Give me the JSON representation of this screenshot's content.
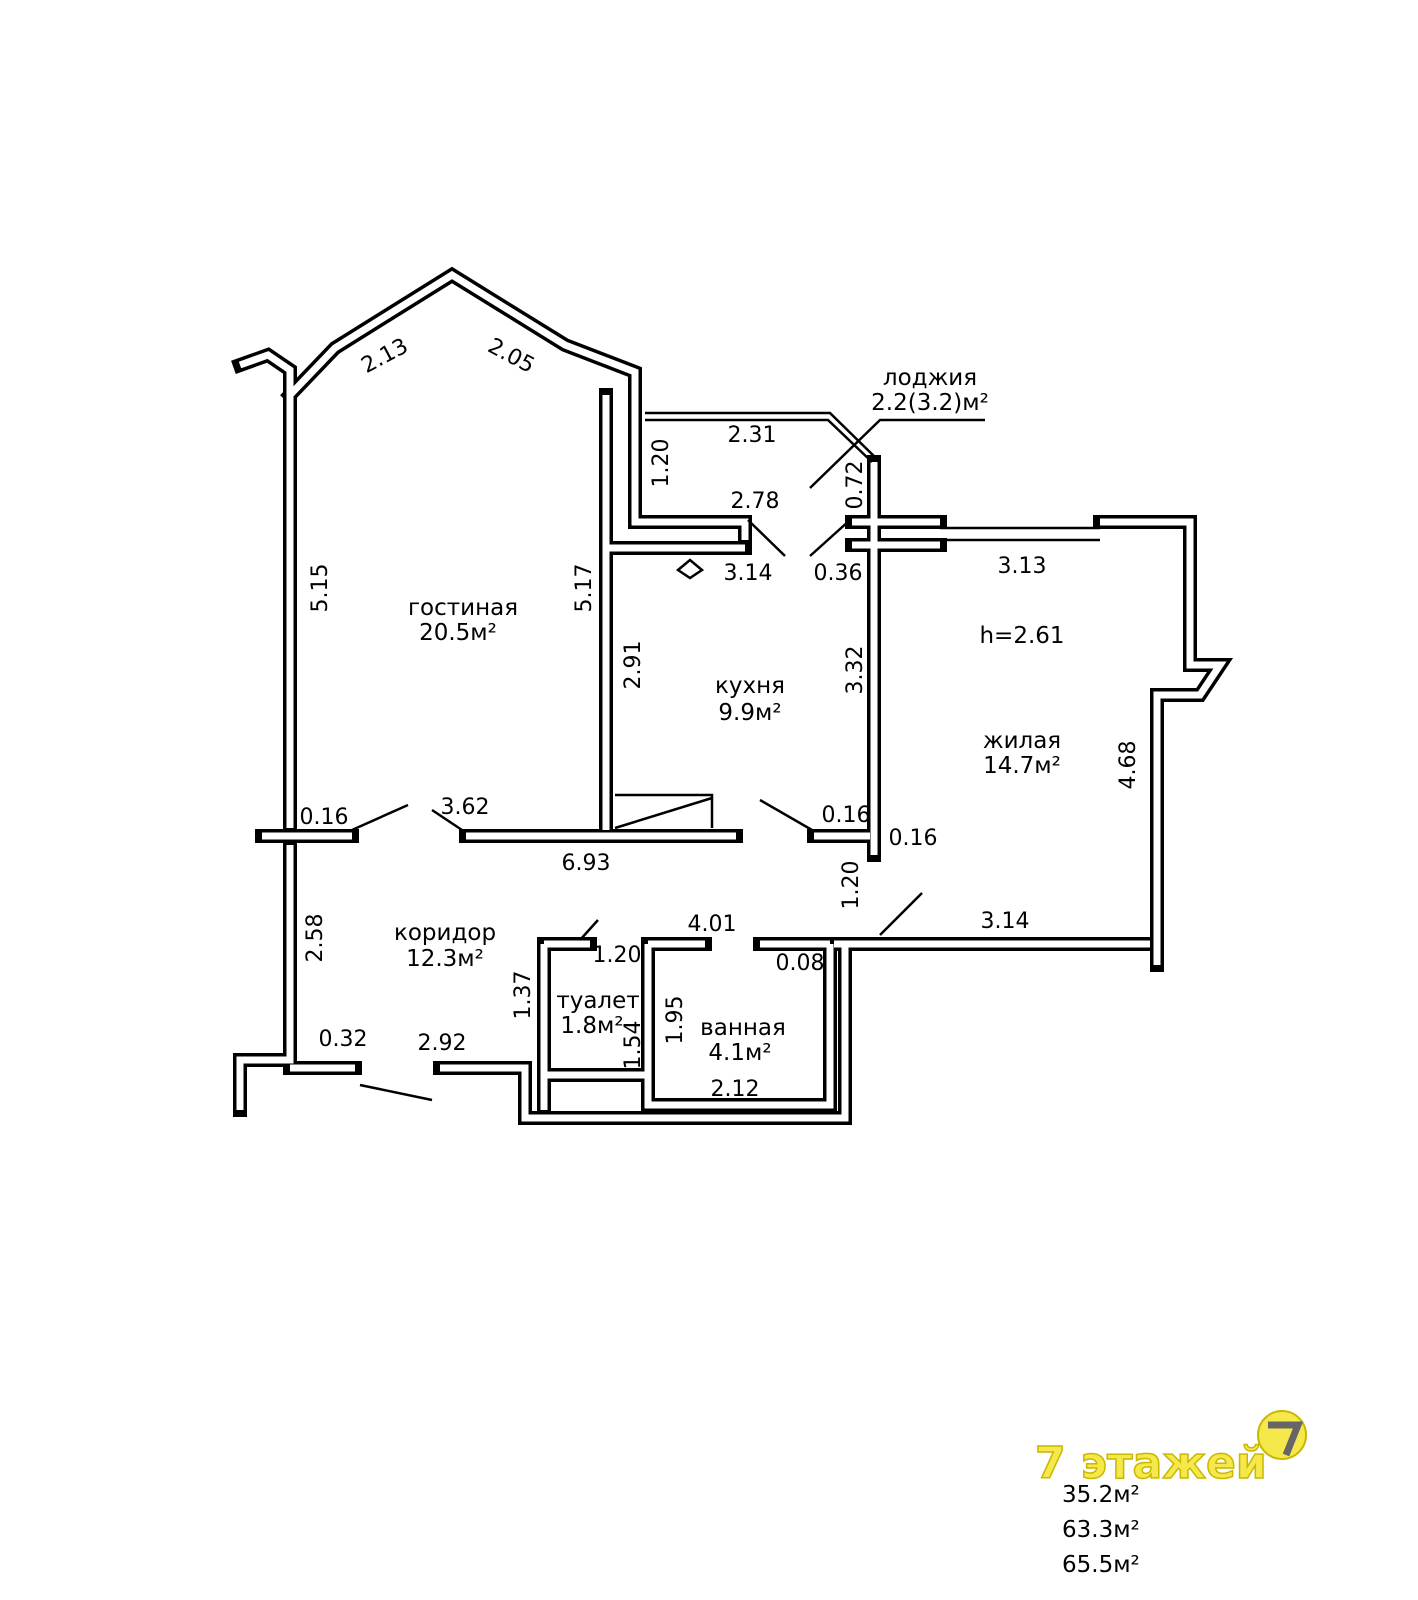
{
  "rooms": [
    {
      "name": "гостиная",
      "area": "20.5м²"
    },
    {
      "name": "кухня",
      "area": "9.9м²"
    },
    {
      "name": "жилая",
      "area": "14.7м²"
    },
    {
      "name": "коридор",
      "area": "12.3м²"
    },
    {
      "name": "туалет",
      "area": "1.8м²"
    },
    {
      "name": "ванная",
      "area": "4.1м²"
    },
    {
      "name": "лоджия",
      "area": "2.2(3.2)м²"
    }
  ],
  "ceiling_height": "h=2.61",
  "dimensions": [
    "2.13",
    "2.05",
    "5.15",
    "5.17",
    "2.31",
    "1.20",
    "0.72",
    "2.78",
    "3.14",
    "0.36",
    "3.13",
    "2.91",
    "3.32",
    "4.68",
    "0.16",
    "3.62",
    "0.16",
    "0.16",
    "6.93",
    "1.20",
    "2.58",
    "4.01",
    "1.20",
    "0.08",
    "3.14",
    "1.37",
    "1.54",
    "1.95",
    "0.32",
    "2.92",
    "2.12"
  ],
  "totals": [
    "35.2м²",
    "63.3м²",
    "65.5м²"
  ],
  "watermark": {
    "text": "7 этажей",
    "logo": "7",
    "color": "#f5e84a"
  }
}
